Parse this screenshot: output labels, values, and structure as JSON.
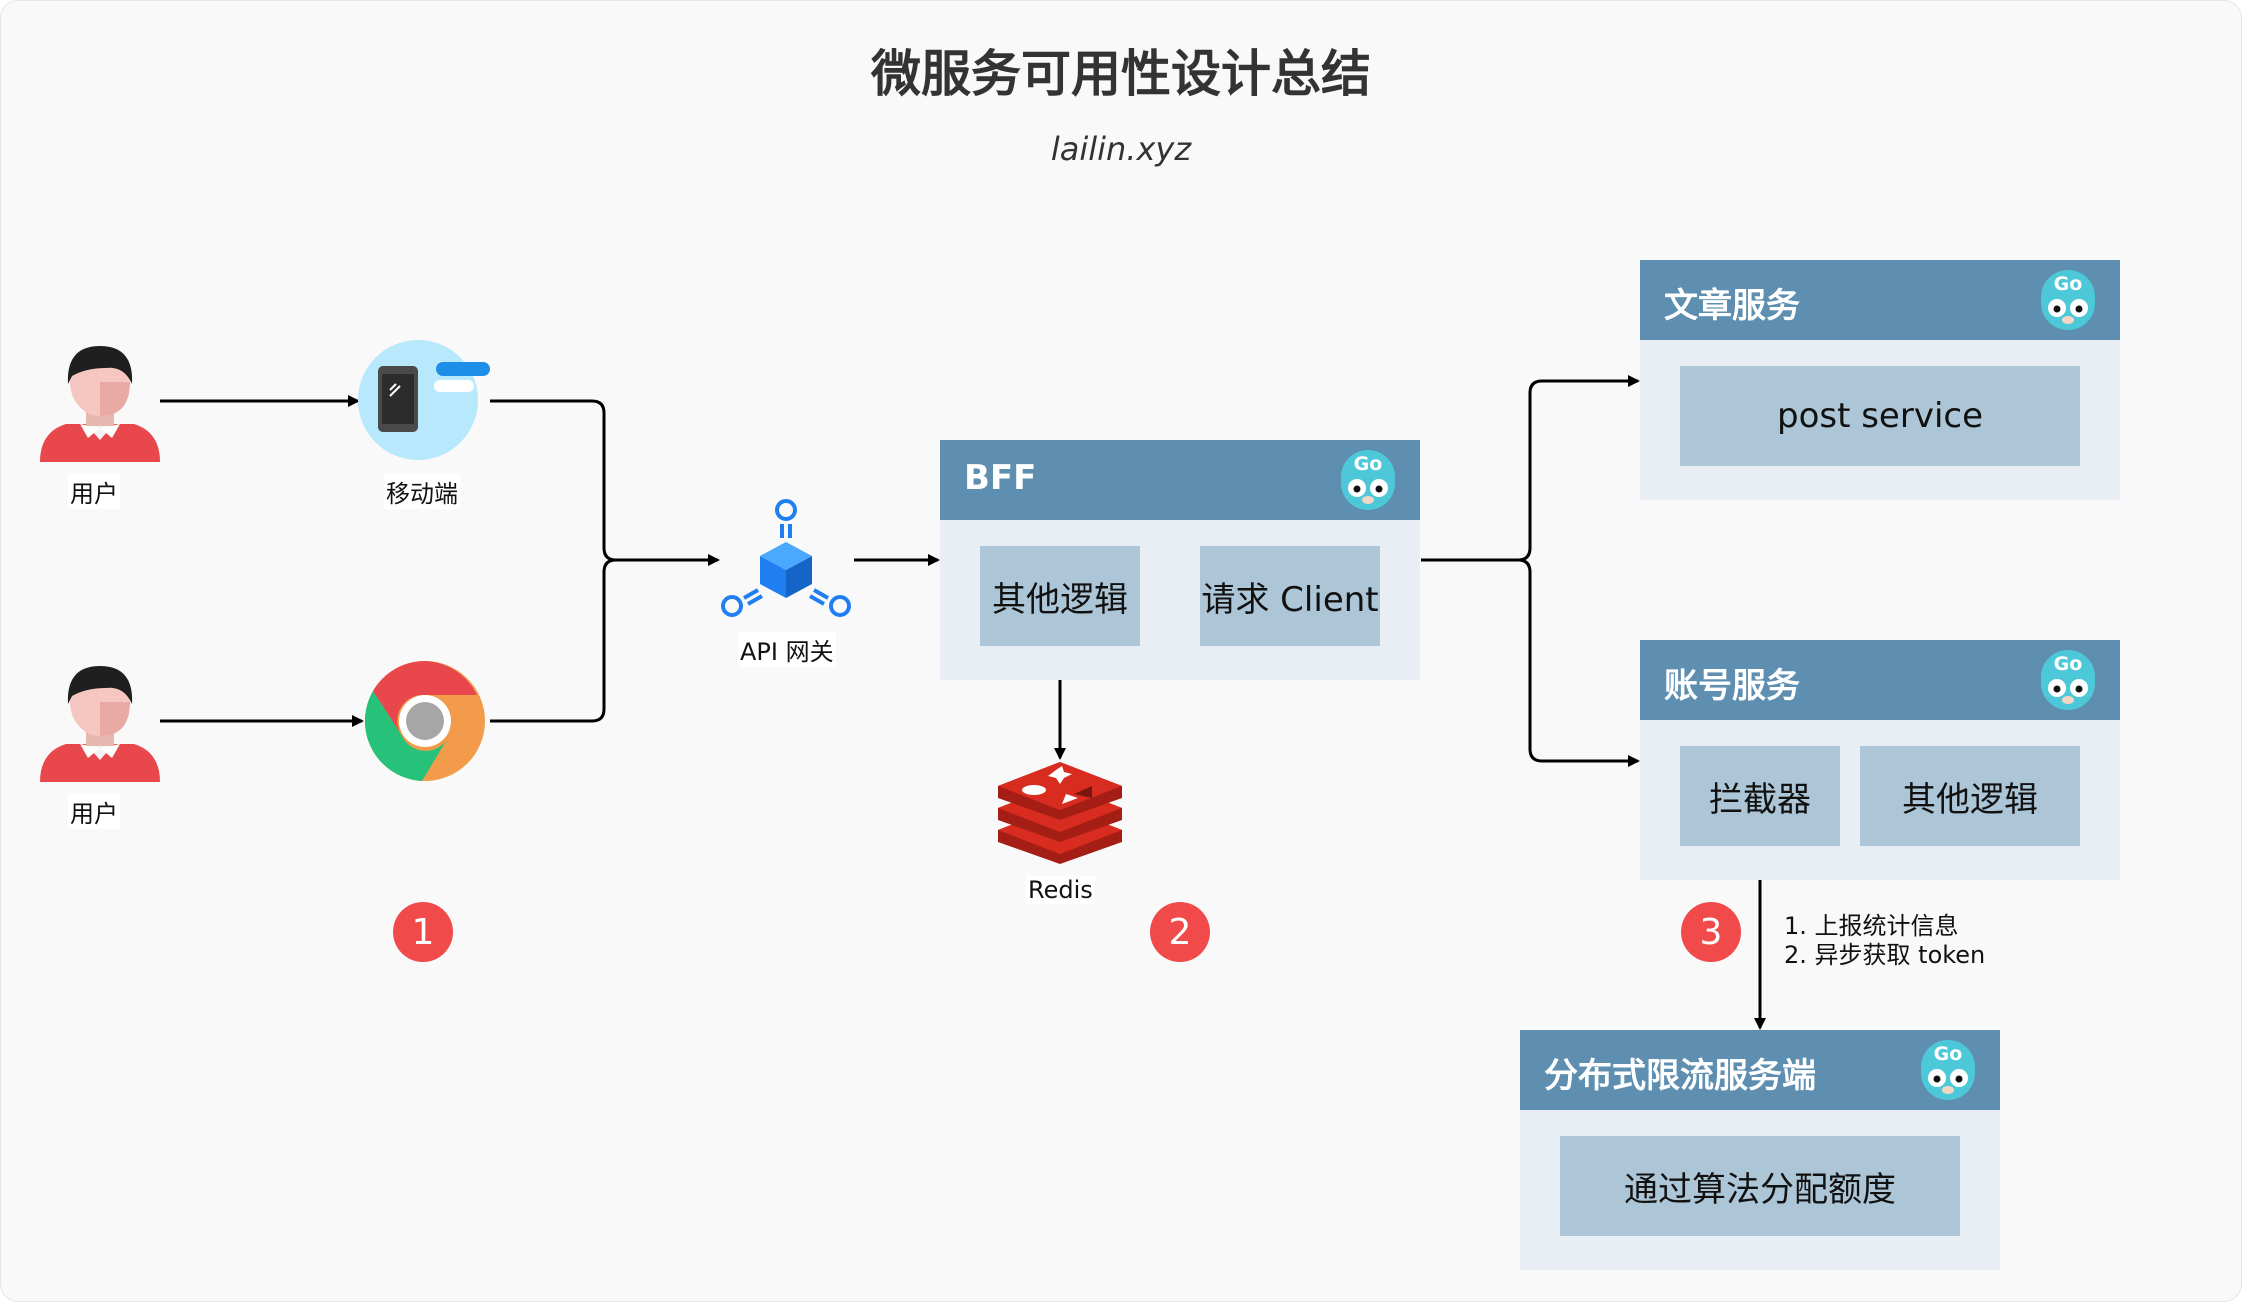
{
  "title": "微服务可用性设计总结",
  "subtitle": "lailin.xyz",
  "client": {
    "user_label_1": "用户",
    "user_label_2": "用户",
    "mobile_label": "移动端"
  },
  "gateway": {
    "label": "API 网关"
  },
  "bff": {
    "title": "BFF",
    "other_logic": "其他逻辑",
    "client_label": "请求 Client",
    "go_badge": "Go"
  },
  "redis": {
    "label": "Redis"
  },
  "post_service": {
    "title": "文章服务",
    "inner_label": "post service",
    "go_badge": "Go"
  },
  "account_service": {
    "title": "账号服务",
    "interceptor_label": "拦截器",
    "other_logic": "其他逻辑",
    "go_badge": "Go"
  },
  "rate_limit_service": {
    "title": "分布式限流服务端",
    "inner_label": "通过算法分配额度",
    "go_badge": "Go"
  },
  "steps": {
    "step1": "1",
    "step2": "2",
    "step3": "3",
    "note_line1": "1. 上报统计信息",
    "note_line2": "2. 异步获取 token"
  },
  "colors": {
    "header_blue": "#5e8fb0",
    "container_bg": "#e8eef3",
    "inner_bg": "#adc6d7",
    "badge_red": "#f04a4a",
    "icon_blue": "#1f7ff0",
    "redis_red": "#d82c20",
    "go_cyan": "#4dc8d8"
  }
}
